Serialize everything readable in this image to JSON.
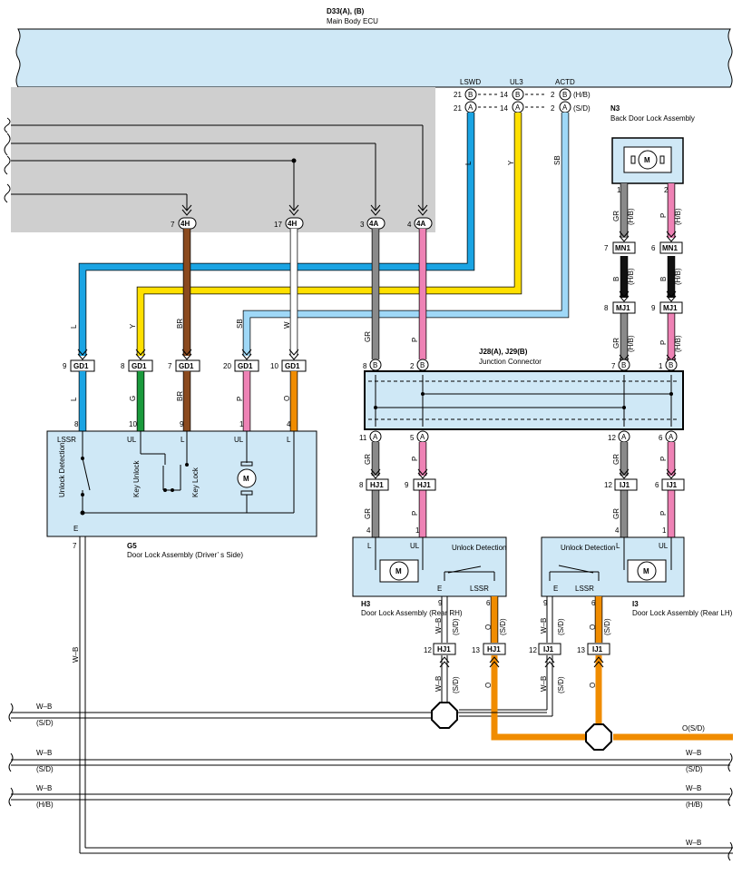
{
  "ecu": {
    "code": "D33(A), (B)",
    "name": "Main Body ECU",
    "terms": [
      "LSWD",
      "UL3",
      "ACTD"
    ],
    "pins_b": [
      "21",
      "14",
      "2"
    ],
    "pins_a": [
      "21",
      "14",
      "2"
    ],
    "conn_b": "B",
    "conn_a": "A",
    "hb": "(H/B)",
    "sd": "(S/D)"
  },
  "colors": {
    "blue": "#1aa4e3",
    "yellow": "#ffe000",
    "lightblue": "#9fd8f7",
    "brown": "#8b4a1e",
    "gray": "#8a8a8a",
    "pink": "#ee82b5",
    "green": "#1a9a3c",
    "orange": "#f08c00",
    "black": "#111111",
    "white": "#ffffff",
    "gray_bg": "#cfcfcf",
    "box": "#cfe8f6"
  },
  "inline": [
    {
      "pin": "7",
      "conn": "4H"
    },
    {
      "pin": "17",
      "conn": "4H"
    },
    {
      "pin": "3",
      "conn": "4A"
    },
    {
      "pin": "4",
      "conn": "4A"
    }
  ],
  "wire_labels": {
    "L": "L",
    "Y": "Y",
    "SB": "SB",
    "BR": "BR",
    "W": "W",
    "GR": "GR",
    "P": "P",
    "G": "G",
    "O": "O",
    "B": "B",
    "WB": "W–B",
    "SD": "(S/D)",
    "HB": "(H/B)",
    "OSD": "O(S/D)"
  },
  "gd1": {
    "conn": "GD1",
    "pins": [
      "9",
      "8",
      "7",
      "20",
      "10"
    ]
  },
  "g5": {
    "code": "G5",
    "name": "Door Lock Assembly (Driver’ s Side)",
    "pins": [
      "8",
      "10",
      "9",
      "1",
      "4"
    ],
    "terms": [
      "LSSR",
      "UL",
      "L",
      "UL",
      "L"
    ],
    "unlock": "Unlock Detection",
    "key_unlock": "Key Unlock",
    "key_lock": "Key Lock",
    "e": "E",
    "e_pin": "7",
    "motor": "M"
  },
  "n3": {
    "code": "N3",
    "name": "Back Door Lock Assembly",
    "pins": [
      "1",
      "2"
    ],
    "motor": "M"
  },
  "mn1": {
    "conn": "MN1",
    "pins": [
      "7",
      "6"
    ]
  },
  "mj1": {
    "conn": "MJ1",
    "pins": [
      "8",
      "9"
    ]
  },
  "jc": {
    "code": "J28(A), J29(B)",
    "name": "Junction Connector",
    "top_pins": [
      "8",
      "2",
      "7",
      "1"
    ],
    "bottom_pins": [
      "11",
      "5",
      "12",
      "6"
    ],
    "a": "A",
    "b": "B"
  },
  "hj1": {
    "conn": "HJ1",
    "pins_top": [
      "8",
      "9"
    ],
    "pins_bot": [
      "12",
      "13"
    ]
  },
  "ij1": {
    "conn": "IJ1",
    "pins_top": [
      "12",
      "6"
    ],
    "pins_bot": [
      "12",
      "13"
    ]
  },
  "h3": {
    "code": "H3",
    "name": "Door Lock Assembly (Rear RH)",
    "pins_top": [
      "4",
      "1"
    ],
    "pins_bot": [
      "9",
      "6"
    ],
    "terms": [
      "L",
      "UL",
      "E",
      "LSSR"
    ],
    "unlock": "Unlock Detection",
    "motor": "M"
  },
  "i3": {
    "code": "I3",
    "name": "Door Lock Assembly (Rear LH)",
    "pins_top": [
      "4",
      "1"
    ],
    "pins_bot": [
      "9",
      "6"
    ],
    "terms": [
      "L",
      "UL",
      "E",
      "LSSR"
    ],
    "unlock": "Unlock Detection",
    "motor": "M"
  }
}
